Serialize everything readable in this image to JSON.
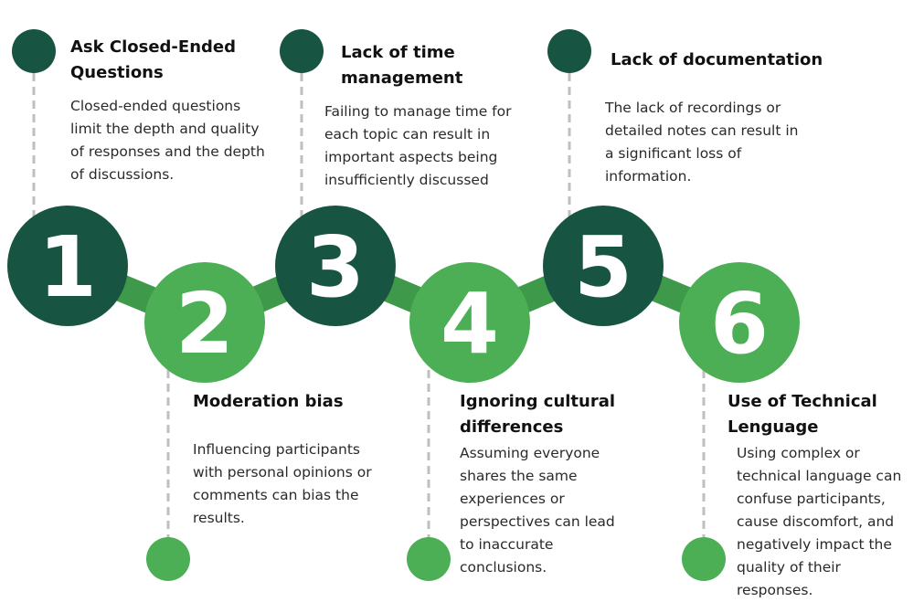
{
  "colors": {
    "dark_green": "#175441",
    "light_green": "#4caf55",
    "connector": "#3e9a4a",
    "dashed_line": "#bfbfbf"
  },
  "steps": [
    {
      "number": "1",
      "title": "Ask Closed-Ended Questions",
      "description": "Closed-ended questions limit the depth and quality of responses and the depth of discussions."
    },
    {
      "number": "2",
      "title": "Moderation bias",
      "description": "Influencing participants with personal opinions or comments can bias the results."
    },
    {
      "number": "3",
      "title": "Lack of time management",
      "description": "Failing to manage time for each topic can result in important aspects being insufficiently discussed"
    },
    {
      "number": "4",
      "title": "Ignoring cultural differences",
      "description": "Assuming everyone shares the same experiences or perspectives can lead to inaccurate conclusions."
    },
    {
      "number": "5",
      "title": "Lack of documentation",
      "description": "The lack of recordings or detailed notes can result in a significant loss of information."
    },
    {
      "number": "6",
      "title": "Use of Technical Lenguage",
      "description": "Using complex or technical  language can confuse participants, cause discomfort, and negatively impact the quality of their responses."
    }
  ]
}
